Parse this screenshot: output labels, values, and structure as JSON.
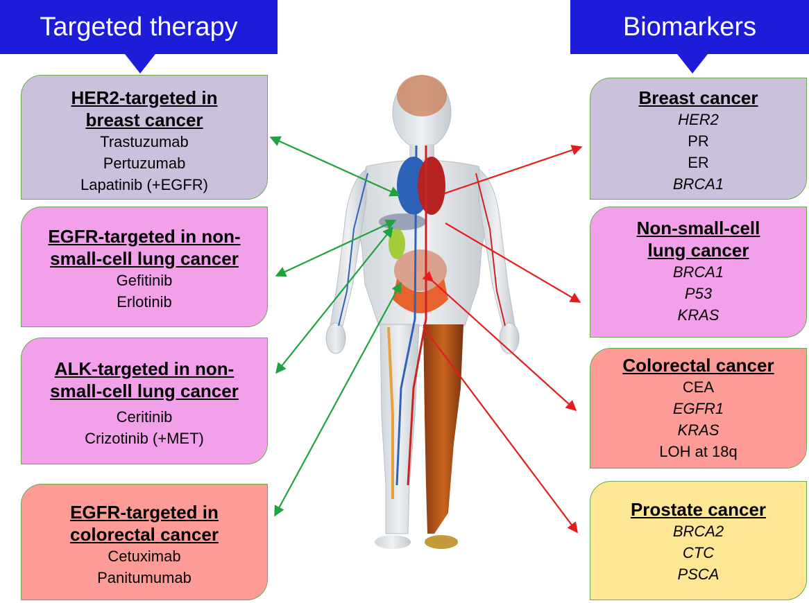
{
  "headers": {
    "left": "Targeted therapy",
    "right": "Biomarkers"
  },
  "therapy_boxes": [
    {
      "title_lines": [
        "HER2-targeted in",
        "breast cancer"
      ],
      "items": [
        "Trastuzumab",
        "Pertuzumab",
        "Lapatinib (+EGFR)"
      ]
    },
    {
      "title_lines": [
        "EGFR-targeted in non-",
        "small-cell lung cancer"
      ],
      "items": [
        "Gefitinib",
        "Erlotinib"
      ]
    },
    {
      "title_lines": [
        "ALK-targeted in non-",
        "small-cell lung cancer"
      ],
      "items": [
        "Ceritinib",
        "Crizotinib (+MET)"
      ]
    },
    {
      "title_lines": [
        "EGFR-targeted in",
        "colorectal cancer"
      ],
      "items": [
        "Cetuximab",
        "Panitumumab"
      ]
    }
  ],
  "biomarker_boxes": [
    {
      "title_lines": [
        "Breast cancer"
      ],
      "items": [
        "HER2",
        "PR",
        "ER",
        "BRCA1"
      ]
    },
    {
      "title_lines": [
        "Non-small-cell",
        "lung cancer"
      ],
      "items": [
        "BRCA1",
        "P53",
        "KRAS"
      ]
    },
    {
      "title_lines": [
        "Colorectal cancer"
      ],
      "items": [
        "CEA",
        "EGFR1",
        "KRAS",
        "LOH at 18q"
      ]
    },
    {
      "title_lines": [
        "Prostate cancer"
      ],
      "items": [
        "BRCA2",
        "CTC",
        "PSCA"
      ]
    }
  ],
  "colors": {
    "header_blue": "#1c1cd9",
    "therapy_arrow": "#1fa23f",
    "biomarker_arrow": "#e61c1c",
    "lavender": "#ccc1dd",
    "pink": "#f2a0ea",
    "salmon": "#fd9c96",
    "yellow": "#fde694"
  }
}
